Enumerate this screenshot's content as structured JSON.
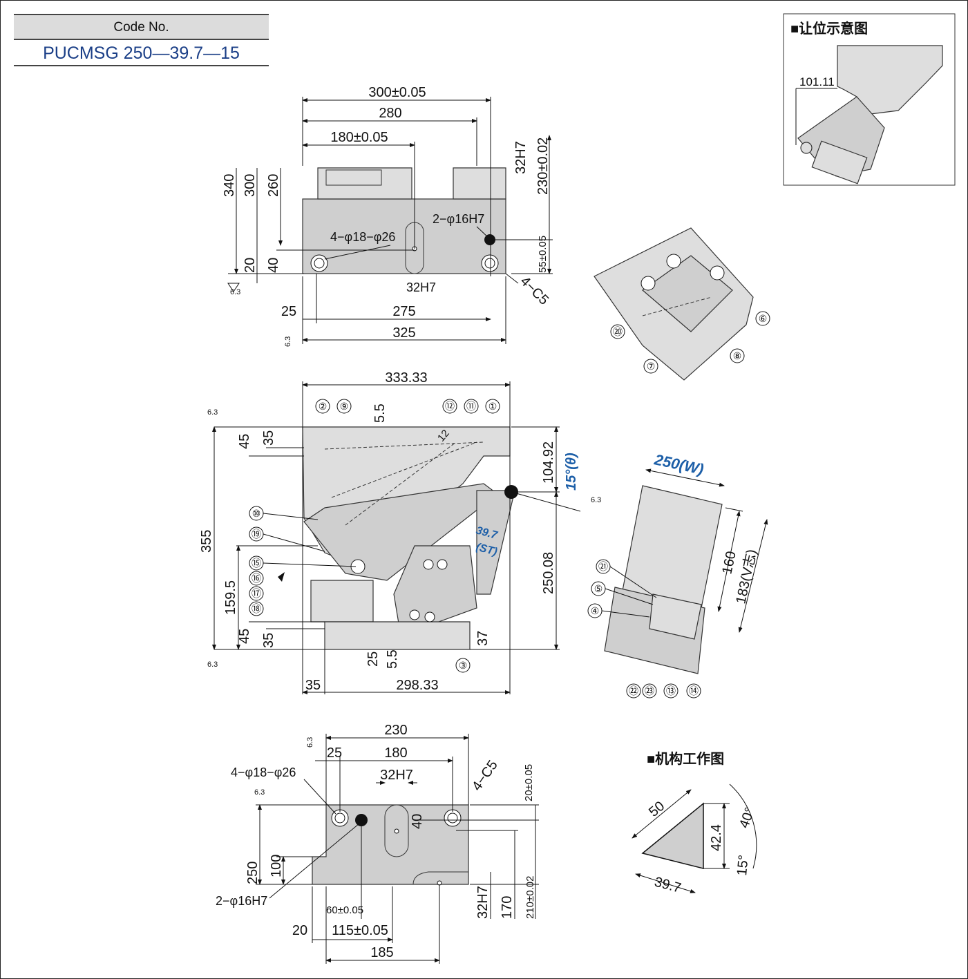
{
  "code": {
    "label": "Code No.",
    "value": "PUCMSG 250—39.7—15"
  },
  "inset_clearance": {
    "title": "■让位示意图",
    "dim": "101.11"
  },
  "inset_mechanism": {
    "title": "■机构工作图",
    "hyp": "50",
    "base": "39.7",
    "height": "42.4",
    "angle_top": "40°",
    "angle_bottom": "15°"
  },
  "top_view": {
    "w300": "300±0.05",
    "w280": "280",
    "w180": "180±0.05",
    "h340": "340",
    "h300": "300",
    "h260": "260",
    "h20": "20",
    "h40": "40",
    "key32_top": "32H7",
    "h230": "230±0.02",
    "holes_16": "2−φ16H7",
    "holes_18": "4−φ18−φ26",
    "h55": "55±0.05",
    "key32_bot": "32H7",
    "chamfer": "4−C5",
    "w25": "25",
    "w275": "275",
    "w325": "325",
    "rough": "6.3"
  },
  "front_view": {
    "w333": "333.33",
    "dim_5_5_top": "5.5",
    "dim_12": "12",
    "h45_top": "45",
    "h35_top": "35",
    "h355": "355",
    "h104": "104.92",
    "angle": "15°(θ)",
    "st": "39.7",
    "st_label": "(ST)",
    "h250": "250.08",
    "h159": "159.5",
    "h45_bot": "45",
    "h35_bot": "35",
    "w25": "25",
    "dim_5_5_bot": "5.5",
    "h37": "37",
    "w35": "35",
    "w298": "298.33",
    "rough": "6.3"
  },
  "side_view": {
    "width": "250(W)",
    "h160": "160",
    "h183": "183(V志)"
  },
  "bottom_view": {
    "w230": "230",
    "w25": "25",
    "w180": "180",
    "key32": "32H7",
    "holes_18": "4−φ18−φ26",
    "chamfer": "4−C5",
    "h20": "20±0.05",
    "h40": "40",
    "h250": "250",
    "h100": "100",
    "holes_16": "2−φ16H7",
    "w60": "60±0.05",
    "key32_side": "32H7",
    "h170": "170",
    "h210": "210±0.02",
    "w20": "20",
    "w115": "115±0.05",
    "w185": "185",
    "rough": "6.3"
  },
  "part_numbers": {
    "p1": "①",
    "p2": "②",
    "p3": "③",
    "p4": "④",
    "p5": "⑤",
    "p6": "⑥",
    "p7": "⑦",
    "p8": "⑧",
    "p9": "⑨",
    "p10": "⑩",
    "p11": "⑪",
    "p12": "⑫",
    "p13": "⑬",
    "p14": "⑭",
    "p15": "⑮",
    "p16": "⑯",
    "p17": "⑰",
    "p18": "⑱",
    "p19": "⑲",
    "p20": "⑳",
    "p21": "㉑",
    "p22": "㉒",
    "p23": "㉓"
  }
}
